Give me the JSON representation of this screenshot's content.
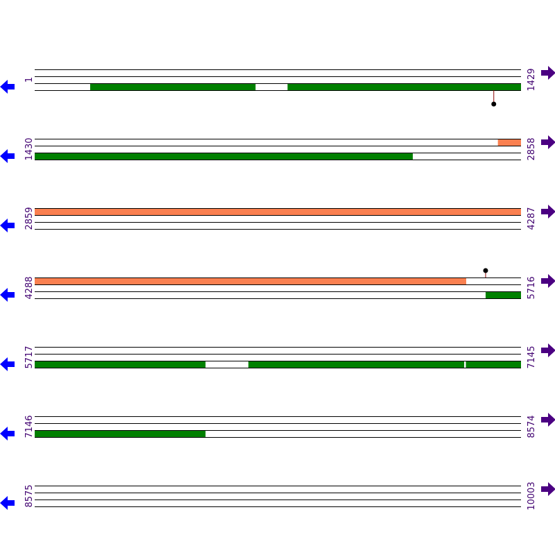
{
  "colors": {
    "line": "#000000",
    "forward_feature": "#fa8050",
    "reverse_feature": "#008000",
    "label": "#400070",
    "arrow_forward": "#4b0082",
    "arrow_reverse": "#0000ff",
    "marker_stem": "#8b0000",
    "marker_head": "#000000"
  },
  "icons": {
    "forward": "right-arrow-icon",
    "reverse": "left-arrow-icon"
  },
  "rows": [
    {
      "start": 1,
      "end": 1429,
      "start_label": "1",
      "end_label": "1429",
      "features": [
        {
          "track": "reverse",
          "start": 164,
          "end": 649
        },
        {
          "track": "reverse",
          "start": 744,
          "end": 1429
        }
      ],
      "markers": [
        {
          "position": 1350,
          "side": "below"
        }
      ]
    },
    {
      "start": 1430,
      "end": 2858,
      "start_label": "1430",
      "end_label": "2858",
      "features": [
        {
          "track": "forward",
          "start": 2791,
          "end": 2858
        },
        {
          "track": "reverse",
          "start": 1430,
          "end": 2540
        }
      ],
      "markers": []
    },
    {
      "start": 2859,
      "end": 4287,
      "start_label": "2859",
      "end_label": "4287",
      "features": [
        {
          "track": "forward",
          "start": 2859,
          "end": 4287
        }
      ],
      "markers": []
    },
    {
      "start": 4288,
      "end": 5716,
      "start_label": "4288",
      "end_label": "5716",
      "features": [
        {
          "track": "forward",
          "start": 4288,
          "end": 5555
        },
        {
          "track": "reverse",
          "start": 5613,
          "end": 5716
        }
      ],
      "markers": [
        {
          "position": 5613,
          "side": "above"
        }
      ]
    },
    {
      "start": 5717,
      "end": 7145,
      "start_label": "5717",
      "end_label": "7145",
      "features": [
        {
          "track": "reverse",
          "start": 5717,
          "end": 6218
        },
        {
          "track": "reverse",
          "start": 6345,
          "end": 6978
        },
        {
          "track": "reverse",
          "start": 6984,
          "end": 7145
        }
      ],
      "markers": []
    },
    {
      "start": 7146,
      "end": 8574,
      "start_label": "7146",
      "end_label": "8574",
      "features": [
        {
          "track": "reverse",
          "start": 7146,
          "end": 7647
        }
      ],
      "markers": []
    },
    {
      "start": 8575,
      "end": 10003,
      "start_label": "8575",
      "end_label": "10003",
      "features": [],
      "markers": []
    }
  ]
}
